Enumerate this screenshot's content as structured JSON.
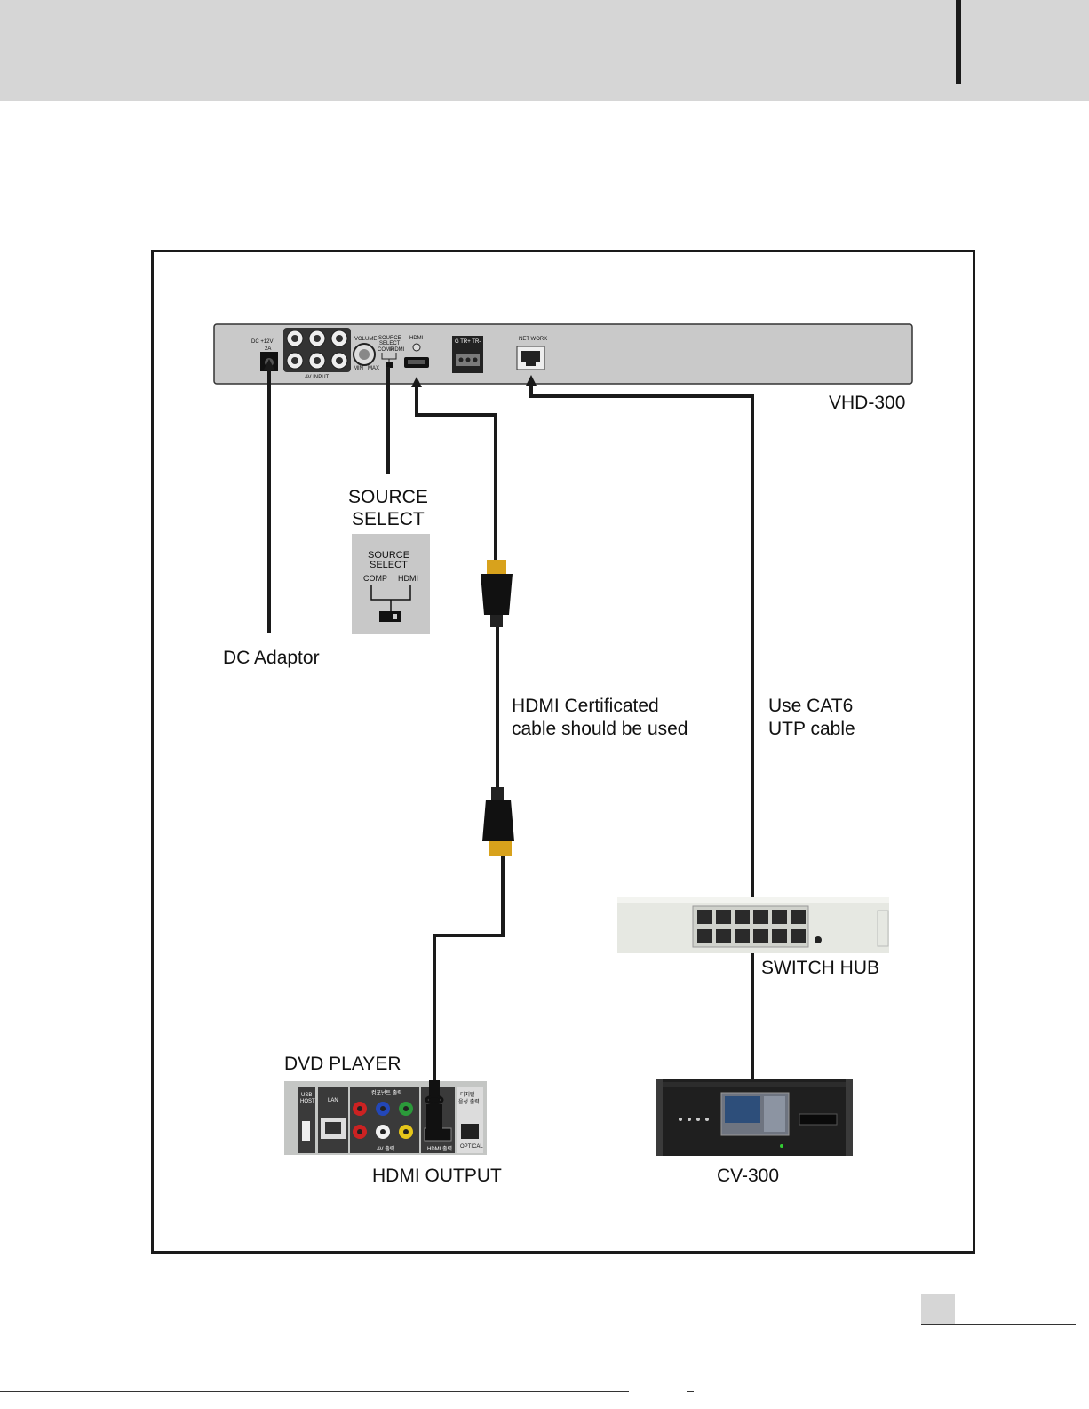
{
  "device": {
    "name": "VHD-300",
    "ports": {
      "dc": "DC +12V",
      "dc_current": "2A",
      "av_input": "AV INPUT",
      "volume": "VOLUME",
      "vol_min": "MIN",
      "vol_max": "MAX",
      "source_select_line1": "SOURCE",
      "source_select_line2": "SELECT",
      "comp": "COMP",
      "hdmi_sm": "HDMI",
      "hdmi": "HDMI",
      "tr": "G TR+ TR-",
      "network": "NET WORK"
    }
  },
  "labels": {
    "source_select_line1": "SOURCE",
    "source_select_line2": "SELECT",
    "dc_adaptor": "DC Adaptor",
    "hdmi_note_line1": "HDMI Certificated",
    "hdmi_note_line2": "cable should be used",
    "cat6_line1": "Use CAT6",
    "cat6_line2": "UTP cable",
    "switch_hub": "SWITCH HUB",
    "dvd_player": "DVD PLAYER",
    "hdmi_output": "HDMI OUTPUT",
    "cv300": "CV-300"
  },
  "source_select_detail": {
    "line1": "SOURCE",
    "line2": "SELECT",
    "comp": "COMP",
    "hdmi": "HDMI"
  },
  "dvd_panel": {
    "usb": "USB",
    "host": "HOST",
    "lan": "LAN",
    "digital": "디지털",
    "audio_out": "음성 출력",
    "optical": "OPTICAL",
    "av_out": "AV 출력",
    "hdmi_out": "HDMI 출력",
    "component_out": "컴포넌트 출력"
  },
  "colors": {
    "header_band": "#d6d6d6",
    "cable": "#1a1a1a",
    "hdmi_gold": "#d8a21c",
    "panel_gray": "#c8c8c8",
    "hub_white": "#e6e8e2"
  }
}
